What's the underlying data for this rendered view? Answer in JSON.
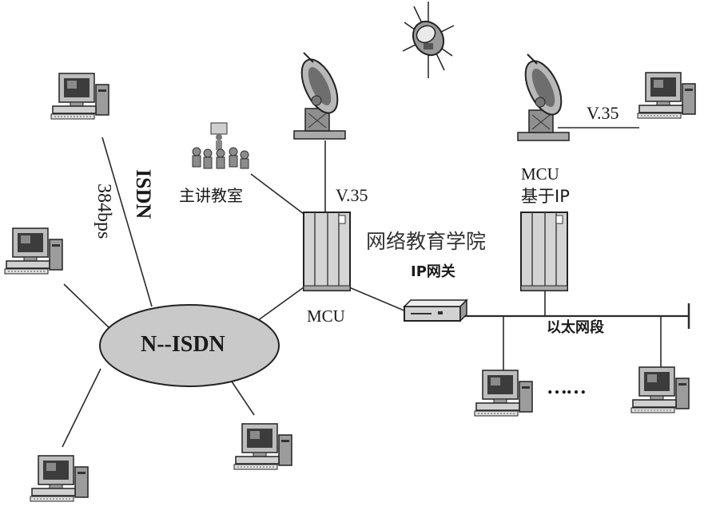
{
  "labels": {
    "isdn_link": "ISDN",
    "speed": "384bps",
    "lecture_room": "主讲教室",
    "v35_left": "V.35",
    "v35_right": "V.35",
    "mcu_ip_line1": "MCU",
    "mcu_ip_line2": "基于IP",
    "school": "网络教育学院",
    "ip_gateway": "IP网关",
    "mcu": "MCU",
    "ethernet": "以太网段",
    "n_isdn": "N--ISDN",
    "ellipsis": "……"
  },
  "colors": {
    "line": "#2a2a2a",
    "cloud_fill": "#c9c9c9",
    "rack_fill": "#d4d4d4",
    "text": "#1a1a1a"
  },
  "icons": [
    "computer-icon",
    "satellite-dish-icon",
    "satellite-icon",
    "audience-icon",
    "mcu-rack-icon",
    "gateway-icon"
  ]
}
